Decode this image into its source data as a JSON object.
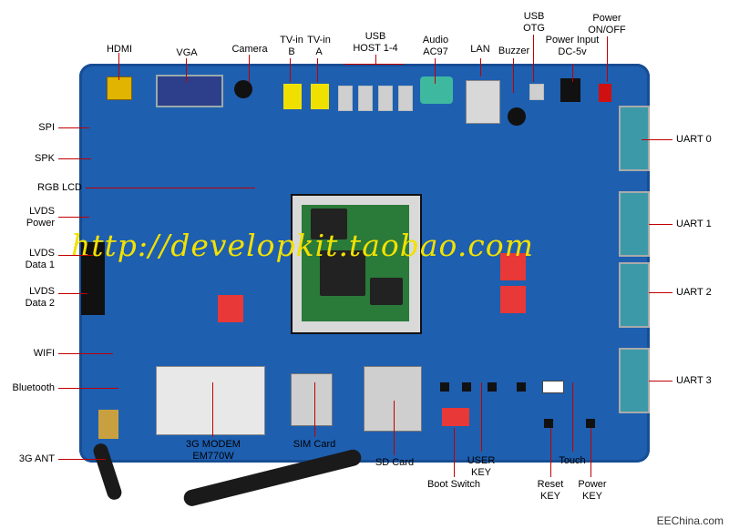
{
  "labels": {
    "hdmi": "HDMI",
    "vga": "VGA",
    "camera": "Camera",
    "tvin_b_1": "TV-in",
    "tvin_b_2": "B",
    "tvin_a_1": "TV-in",
    "tvin_a_2": "A",
    "usb_host_1": "USB",
    "usb_host_2": "HOST 1-4",
    "audio_1": "Audio",
    "audio_2": "AC97",
    "lan": "LAN",
    "buzzer": "Buzzer",
    "usb_otg_1": "USB",
    "usb_otg_2": "OTG",
    "power_in_1": "Power Input",
    "power_in_2": "DC-5v",
    "power_sw_1": "Power",
    "power_sw_2": "ON/OFF",
    "spi": "SPI",
    "spk": "SPK",
    "rgb_lcd": "RGB LCD",
    "lvds_power_1": "LVDS",
    "lvds_power_2": "Power",
    "lvds_data1_1": "LVDS",
    "lvds_data1_2": "Data 1",
    "lvds_data2_1": "LVDS",
    "lvds_data2_2": "Data 2",
    "wifi": "WIFI",
    "bluetooth": "Bluetooth",
    "ant": "3G ANT",
    "uart0": "UART 0",
    "uart1": "UART 1",
    "uart2": "UART 2",
    "uart3": "UART 3",
    "modem_1": "3G MODEM",
    "modem_2": "EM770W",
    "sim": "SIM Card",
    "sd": "SD Card",
    "user_key_1": "USER",
    "user_key_2": "KEY",
    "boot": "Boot Switch",
    "touch": "Touch",
    "reset_1": "Reset",
    "reset_2": "KEY",
    "power_key_1": "Power",
    "power_key_2": "KEY"
  },
  "watermark": "http://developkit.taobao.com",
  "footer": "EEChina.com",
  "colors": {
    "board": "#1e5fb0",
    "leader": "#c00000",
    "watermark": "#f2e100"
  }
}
